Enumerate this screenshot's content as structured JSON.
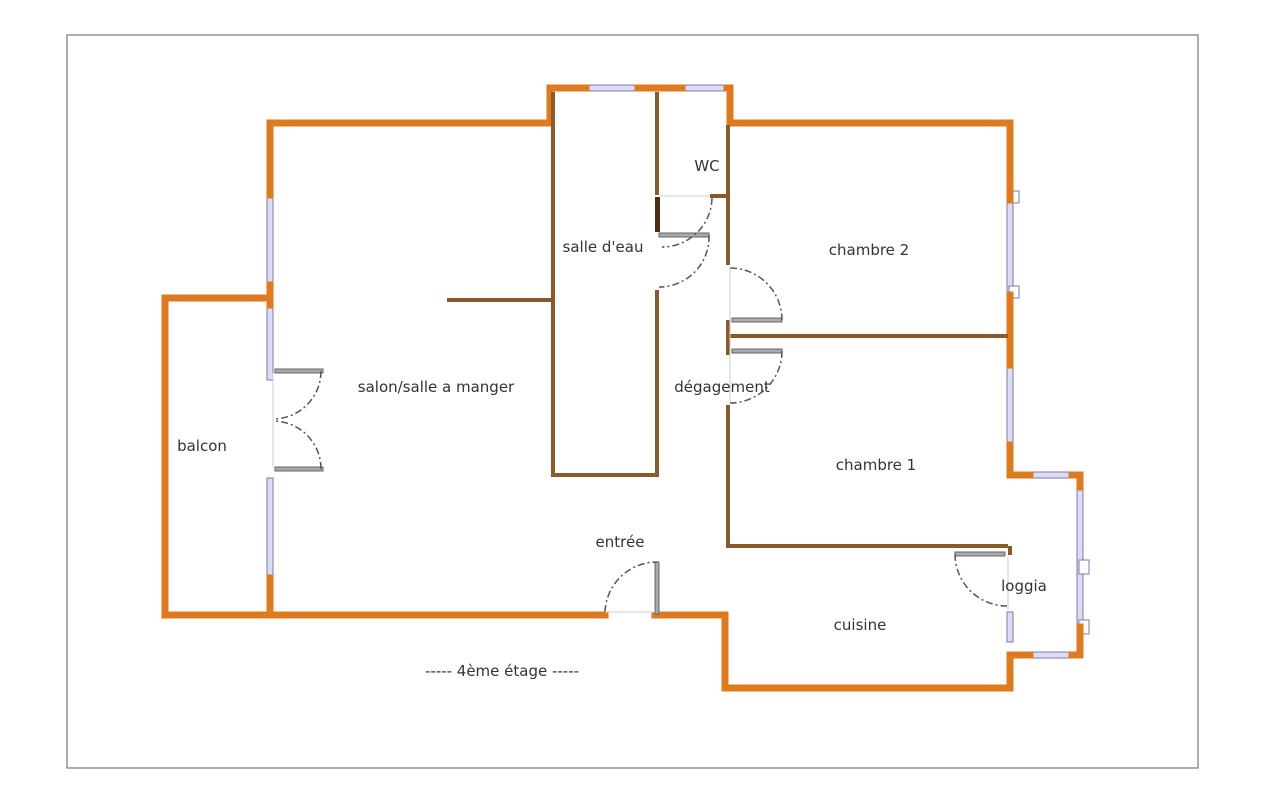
{
  "rooms": {
    "salon": "salon/salle a manger",
    "salle_eau": "salle d'eau",
    "wc": "WC",
    "chambre2": "chambre 2",
    "chambre1": "chambre 1",
    "degagement": "dégagement",
    "balcon": "balcon",
    "entree": "entrée",
    "loggia": "loggia",
    "cuisine": "cuisine"
  },
  "floor_label": "----- 4ème étage -----",
  "colors": {
    "outer_wall": "#E07A1F",
    "inner_wall": "#8B5A2B",
    "window": "#C8C8F0",
    "door_leaf": "#8A8A8A"
  }
}
